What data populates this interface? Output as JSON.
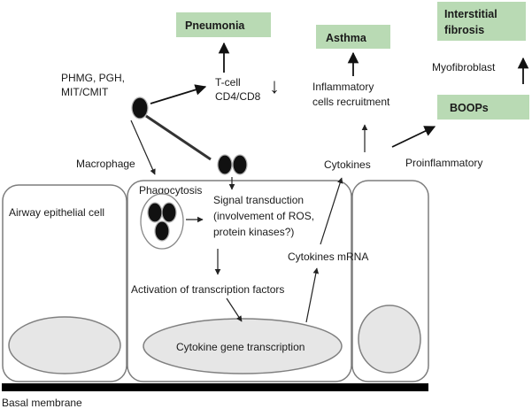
{
  "outcomes": {
    "pneumonia": "Pneumonia",
    "asthma": "Asthma",
    "interstitial_fibrosis_line1": "Interstitial",
    "interstitial_fibrosis_line2": "fibrosis",
    "boops": "BOOPs"
  },
  "agents": {
    "line1": "PHMG, PGH,",
    "line2": "MIT/CMIT"
  },
  "tcell": {
    "line1": "T-cell",
    "line2": "CD4/CD8",
    "direction_symbol": "↓"
  },
  "labels": {
    "macrophage": "Macrophage",
    "phagocytosis": "Phagocytosis",
    "airway_epithelial_cell": "Airway epithelial cell",
    "signal_line1": "Signal transduction",
    "signal_line2": "(involvement of ROS,",
    "signal_line3": "protein kinases?)",
    "activation": "Activation of transcription factors",
    "cytokine_transcription": "Cytokine gene transcription",
    "cytokines_mrna": "Cytokines mRNA",
    "cytokines": "Cytokines",
    "proinflammatory": "Proinflammatory",
    "inflammatory_line1": "Inflammatory",
    "inflammatory_line2": "cells recruitment",
    "myofibroblast": "Myofibroblast",
    "basal_membrane": "Basal membrane"
  },
  "colors": {
    "outcome_box": "#b9dab4",
    "nucleus": "#e6e6e6",
    "particle": "#111111",
    "membrane": "#000000"
  }
}
